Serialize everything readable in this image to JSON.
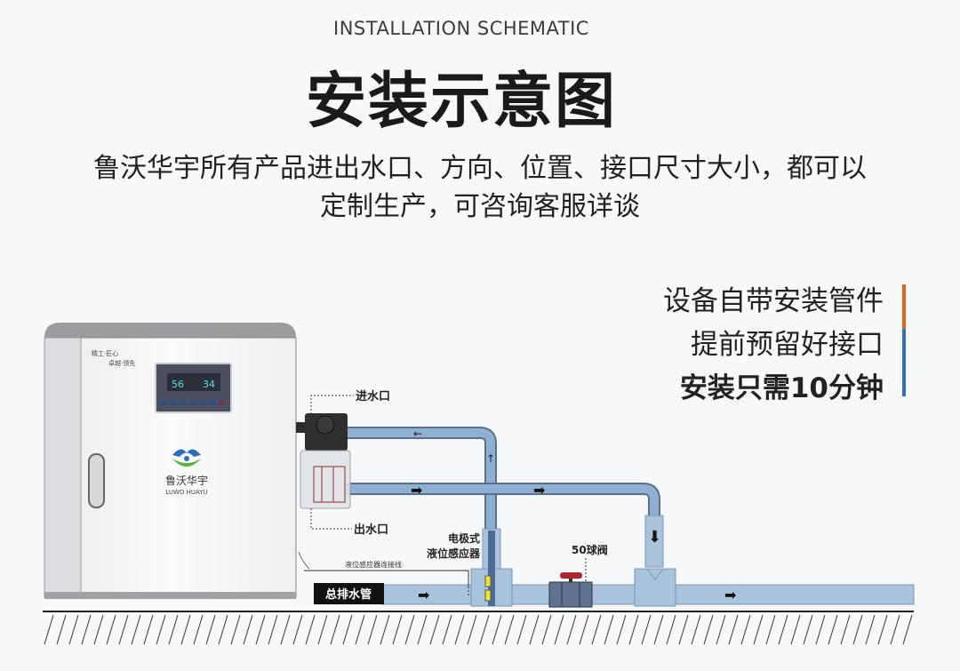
{
  "header": {
    "en_title": "INSTALLATION SCHEMATIC",
    "cn_title": "安装示意图",
    "subtitle_line1": "鲁沃华宇所有产品进出水口、方向、位置、接口尺寸大小，都可以",
    "subtitle_line2": "定制生产，可咨询客服详谈"
  },
  "features": [
    {
      "text": "设备自带安装管件"
    },
    {
      "text": "提前预留好接口"
    },
    {
      "text": "安装只需10分钟"
    }
  ],
  "colors": {
    "accent_orange": "#e8641e",
    "accent_blue": "#2f6fc8",
    "pipe": "#9db8d6"
  },
  "cabinet": {
    "slogan1": "精工·匠心",
    "slogan2": "卓越·领先",
    "brand_cn": "鲁沃华宇",
    "brand_en": "LUWO HUAYU",
    "display_left": "56",
    "display_right": "34"
  },
  "labels": {
    "inlet": "进水口",
    "outlet": "出水口",
    "sensor_line1": "电极式",
    "sensor_line2": "液位感应器",
    "valve": "50球阀",
    "sensor_wire": "液位感应器连接线",
    "main_drain": "总排水管"
  }
}
